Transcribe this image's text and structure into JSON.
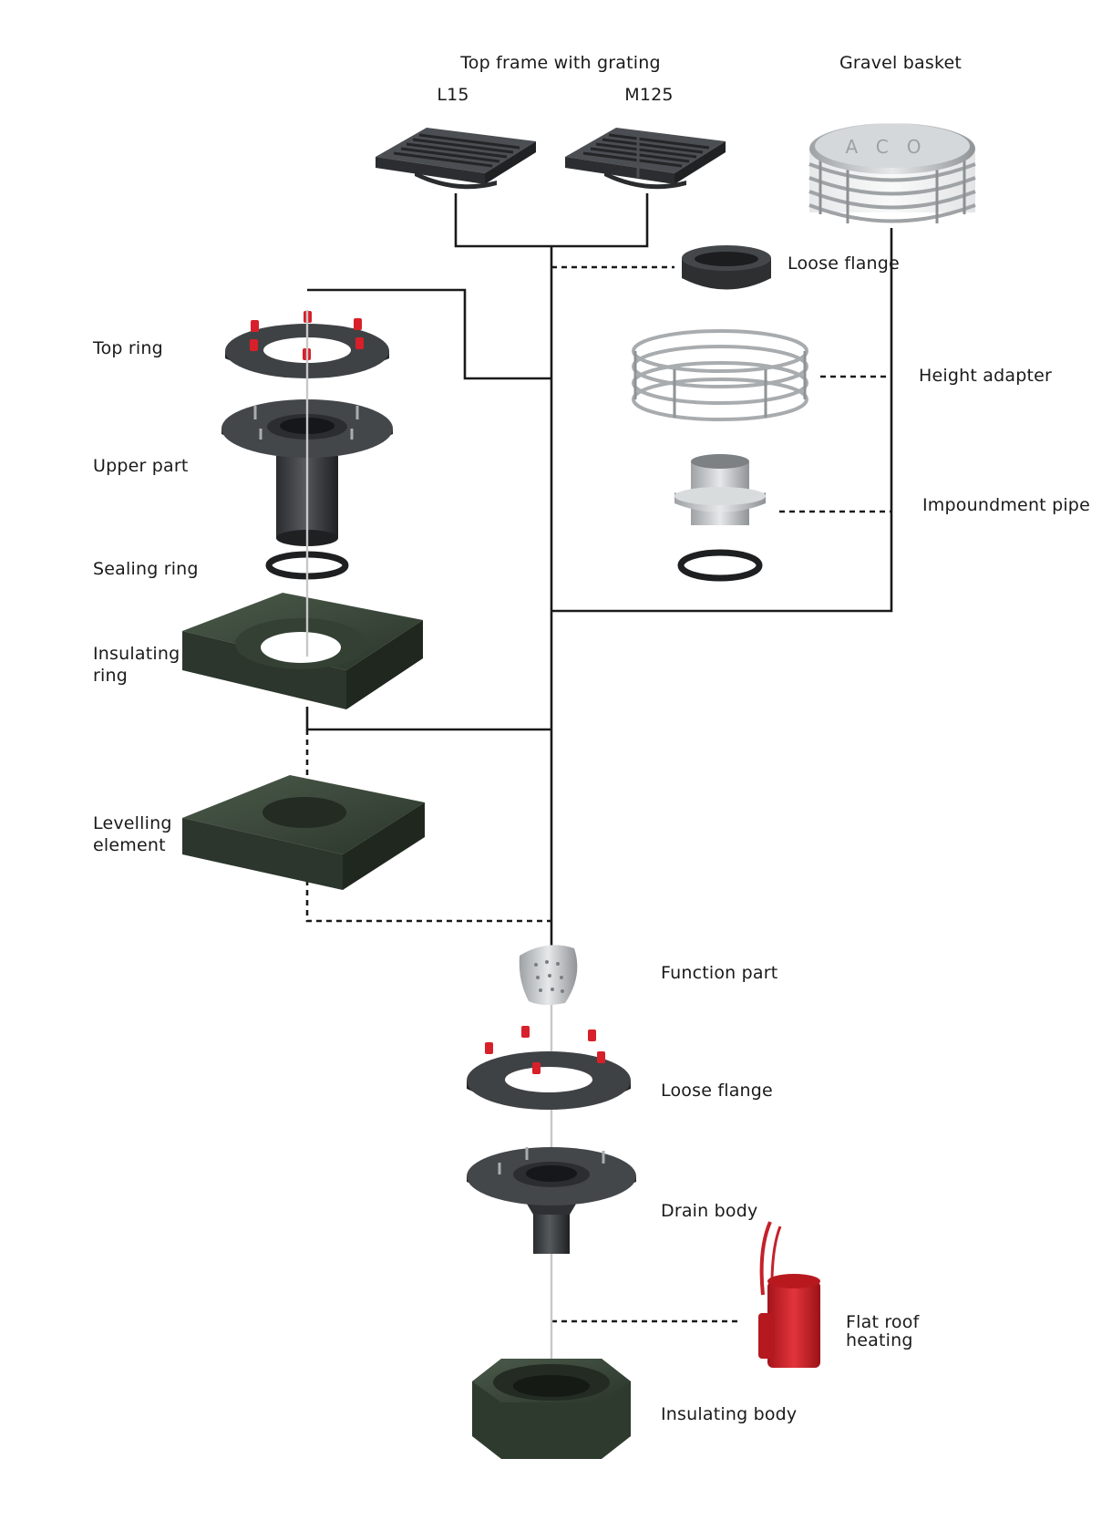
{
  "labels": {
    "top_frame": "Top frame with grating",
    "l15": "L15",
    "m125": "M125",
    "gravel_basket": "Gravel basket",
    "loose_flange_top": "Loose flange",
    "height_adapter": "Height adapter",
    "impoundment_pipe": "Impoundment pipe",
    "top_ring": "Top ring",
    "upper_part": "Upper part",
    "sealing_ring": "Sealing ring",
    "insulating_ring_1": "Insulating",
    "insulating_ring_2": "ring",
    "levelling_element_1": "Levelling",
    "levelling_element_2": "element",
    "function_part": "Function part",
    "loose_flange_bottom": "Loose flange",
    "drain_body": "Drain body",
    "flat_roof_heating_1": "Flat roof",
    "flat_roof_heating_2": "heating",
    "insulating_body": "Insulating body"
  },
  "brand_mark": "ACO",
  "colors": {
    "text": "#1a1a1a",
    "metal_dark": "#3b3d40",
    "foam_green": "#3c4a3c",
    "steel": "#c9ccce",
    "bolt_red": "#d8202a",
    "heating_red": "#d3272f"
  }
}
